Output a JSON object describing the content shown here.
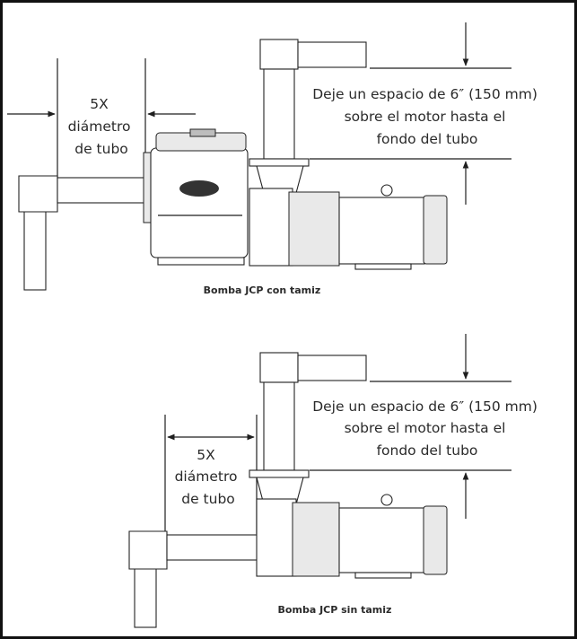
{
  "top": {
    "spacing_label_lines": [
      "5X",
      "diámetro",
      "de tubo"
    ],
    "clearance_label_lines": [
      "Deje un espacio de 6″ (150 mm)",
      "sobre el motor hasta el",
      "fondo del tubo"
    ],
    "caption": "Bomba JCP con tamiz"
  },
  "bottom": {
    "spacing_label_lines": [
      "5X",
      "diámetro",
      "de tubo"
    ],
    "clearance_label_lines": [
      "Deje un espacio de 6″ (150 mm)",
      "sobre el motor hasta el",
      "fondo del tubo"
    ],
    "caption": "Bomba JCP sin tamiz"
  }
}
